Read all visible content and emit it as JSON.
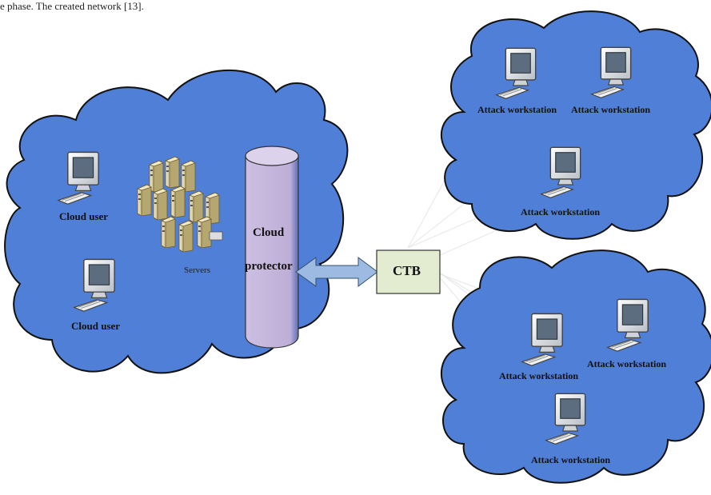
{
  "caption_fragment": "e phase. The created network [13].",
  "colors": {
    "cloud_fill": "#4f7fd6",
    "cloud_stroke": "#111111",
    "protector_fill": "#cbbde0",
    "ctb_fill": "#e3ecd0",
    "arrow_fill": "#9dbbe2",
    "link_line": "#e8e8e8"
  },
  "private_cloud": {
    "users": [
      {
        "label": "Cloud user",
        "icon": "desktop-computer-icon"
      },
      {
        "label": "Cloud user",
        "icon": "desktop-computer-icon"
      }
    ],
    "servers": {
      "label": "Servers",
      "icon": "server-rack-icon"
    },
    "protector": {
      "line1": "Cloud",
      "line2": "protector"
    }
  },
  "ctb": {
    "label": "CTB"
  },
  "attack_clouds": [
    {
      "workstations": [
        "Attack workstation",
        "Attack workstation",
        "Attack workstation"
      ]
    },
    {
      "workstations": [
        "Attack workstation",
        "Attack workstation",
        "Attack workstation"
      ]
    }
  ]
}
